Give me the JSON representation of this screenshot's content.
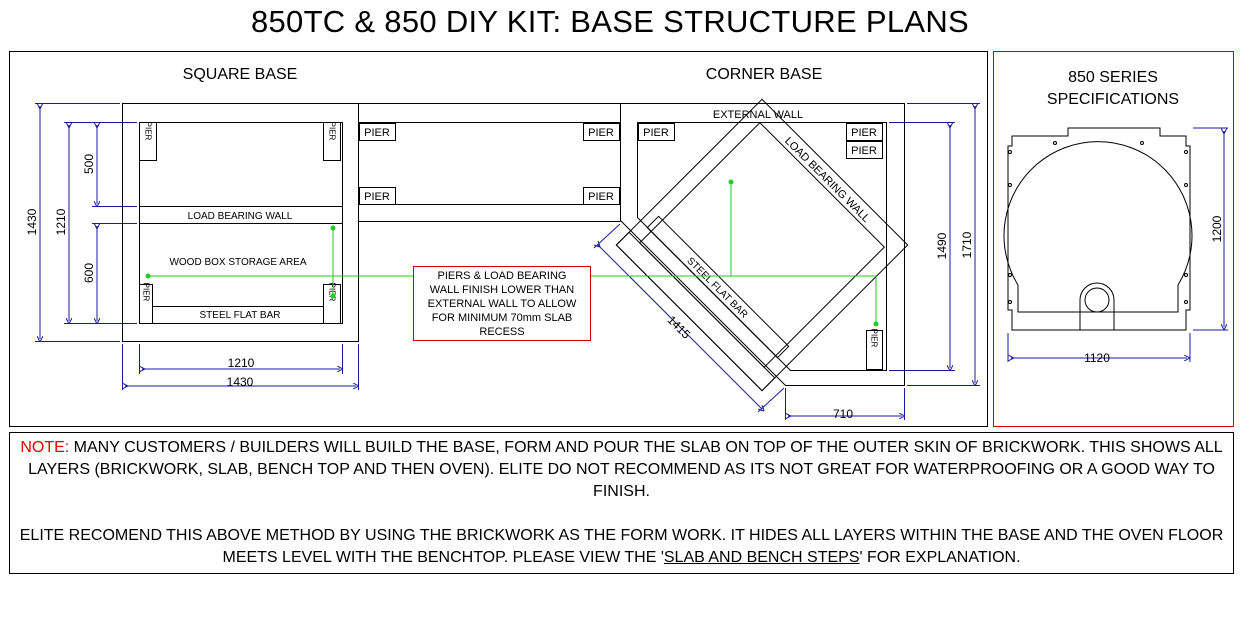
{
  "title": "850TC & 850 DIY KIT: BASE STRUCTURE PLANS",
  "square_base": {
    "heading": "SQUARE BASE",
    "pier_vertical": "PIER",
    "load_bearing_wall": "LOAD BEARING WALL",
    "wood_box": "WOOD BOX STORAGE AREA",
    "steel_flat_bar": "STEEL FLAT BAR",
    "dims": {
      "height_outer": "1430",
      "height_inner": "1210",
      "upper": "500",
      "lower": "600",
      "width_inner": "1210",
      "width_outer": "1430"
    }
  },
  "connector": {
    "pier": "PIER"
  },
  "corner_base": {
    "heading": "CORNER BASE",
    "external_wall": "EXTERNAL WALL",
    "pier": "PIER",
    "load_bearing_wall": "LOAD BEARING WALL",
    "steel_flat_bar": "STEEL FLAT BAR",
    "dims": {
      "diagonal": "1415",
      "height_inner": "1490",
      "height_outer": "1710",
      "bottom": "710"
    }
  },
  "callout": {
    "lines": [
      "PIERS & LOAD BEARING",
      "WALL FINISH LOWER THAN",
      "EXTERNAL WALL TO ALLOW",
      "FOR MINIMUM 70mm SLAB",
      "RECESS"
    ]
  },
  "specs": {
    "heading_line1": "850 SERIES",
    "heading_line2": "SPECIFICATIONS",
    "width": "1120",
    "height": "1200"
  },
  "notes": {
    "note_label": "NOTE:",
    "note_text": " MANY CUSTOMERS / BUILDERS WILL BUILD THE BASE, FORM AND POUR THE SLAB ON TOP OF THE OUTER SKIN OF BRICKWORK. THIS SHOWS ALL LAYERS (BRICKWORK, SLAB, BENCH TOP AND THEN OVEN). ELITE DO NOT RECOMMEND AS ITS NOT GREAT FOR WATERPROOFING OR A GOOD WAY TO FINISH.",
    "recommend_text": "ELITE RECOMEND THIS ABOVE METHOD BY USING THE BRICKWORK AS THE FORM WORK. IT HIDES ALL LAYERS WITHIN THE BASE AND THE OVEN FLOOR MEETS LEVEL WITH THE BENCHTOP. PLEASE VIEW THE '",
    "link_text": "SLAB AND BENCH STEPS",
    "recommend_end": "' FOR EXPLANATION."
  },
  "colors": {
    "dimension": "#1a1aa0",
    "leader": "#22cc22",
    "callout_border": "#cc0000",
    "spec_border": "#cc0000"
  }
}
